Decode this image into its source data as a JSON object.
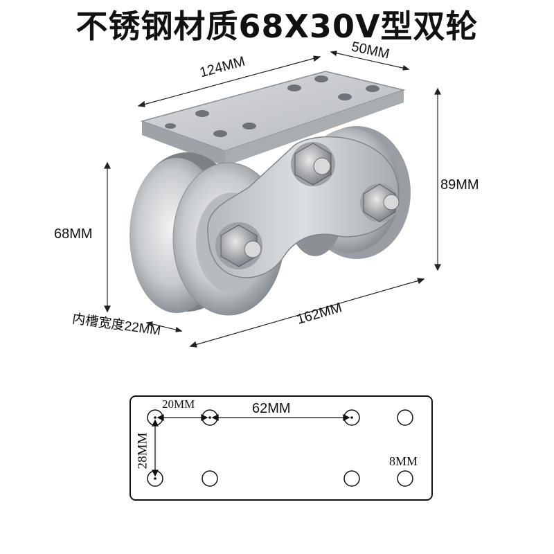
{
  "title": "不锈钢材质68X30V型双轮",
  "dimensions": {
    "plate_length": "124MM",
    "plate_width": "50MM",
    "total_height": "89MM",
    "wheel_diameter": "68MM",
    "total_length": "162MM",
    "groove_label": "内槽宽度22MM"
  },
  "plate_diagram": {
    "hole_spacing_small": "20MM",
    "hole_spacing_large": "62MM",
    "row_spacing": "28MM",
    "hole_diameter": "8MM"
  },
  "colors": {
    "text": "#111111",
    "steel_light": "#e4e6e8",
    "steel_dark": "#8d9196",
    "plate": "#c9ccce"
  }
}
